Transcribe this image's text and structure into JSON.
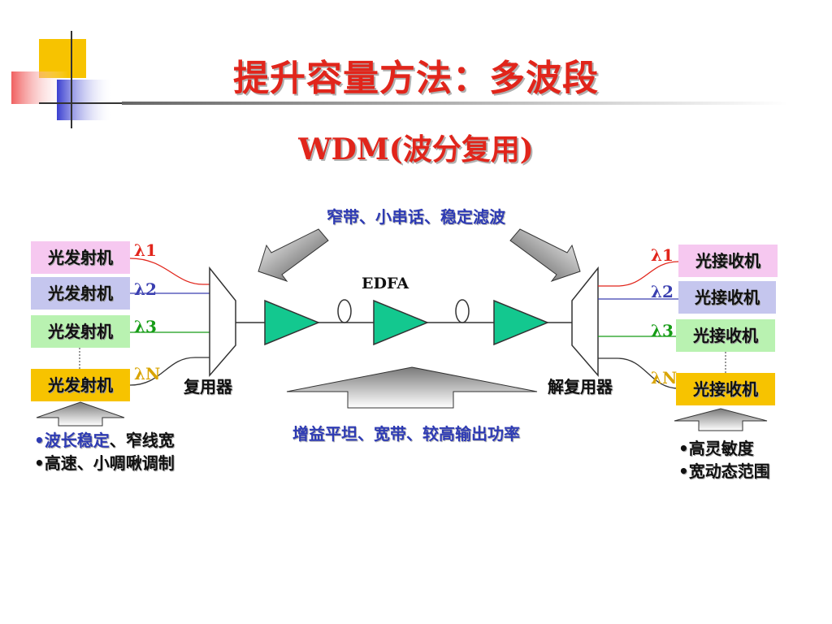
{
  "title": "提升容量方法：多波段",
  "subtitle": "WDM(波分复用)",
  "top_note": "窄带、小串话、稳定滤波",
  "bottom_note": "增益平坦、宽带、较高输出功率",
  "edfa_label": "EDFA",
  "mux_label": "复用器",
  "demux_label": "解复用器",
  "transmitters": [
    "光发射机",
    "光发射机",
    "光发射机",
    "光发射机"
  ],
  "receivers": [
    "光接收机",
    "光接收机",
    "光接收机",
    "光接收机"
  ],
  "wavelengths": [
    "λ1",
    "λ2",
    "λ3",
    "λN"
  ],
  "tx_notes": {
    "line1_highlight": "•波长稳定",
    "line1_rest": "、窄线宽",
    "line2": "•高速、小啁啾调制"
  },
  "rx_notes": {
    "line1": "•高灵敏度",
    "line2": "•宽动态范围"
  },
  "colors": {
    "title": "#e1251b",
    "note_blue": "#2e3bb4",
    "box_pink": "#f6c8f0",
    "box_lilac": "#c5c6ee",
    "box_green": "#b9f2b1",
    "box_yellow": "#f7c300",
    "lambda1": "#e1251b",
    "lambda2": "#3a3fb0",
    "lambda3": "#169c16",
    "lambdaN": "#d9a400",
    "amplifier": "#13c88f"
  }
}
